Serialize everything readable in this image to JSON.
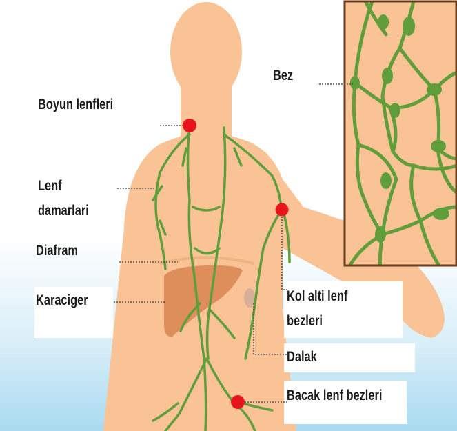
{
  "labels": {
    "gland": "Bez",
    "neck_nodes": "Boyun lenfleri",
    "lymph_vessels_line1": "Lenf",
    "lymph_vessels_line2": "damarlari",
    "diaphragm": "Diafram",
    "liver": "Karaciger",
    "armpit_nodes_line1": "Kol alti lenf",
    "armpit_nodes_line2": "bezleri",
    "spleen": "Dalak",
    "leg_nodes": "Bacak lenf bezleri"
  },
  "colors": {
    "skin": "#f9c395",
    "lymph": "#5f9e3a",
    "node": "#e8141c",
    "liver": "#d98854",
    "background_blue": "#bfe3f2",
    "inset_border": "#6b3d1c"
  },
  "icons": {
    "lymph_node": "red-dot",
    "gland": "green-bulge"
  }
}
